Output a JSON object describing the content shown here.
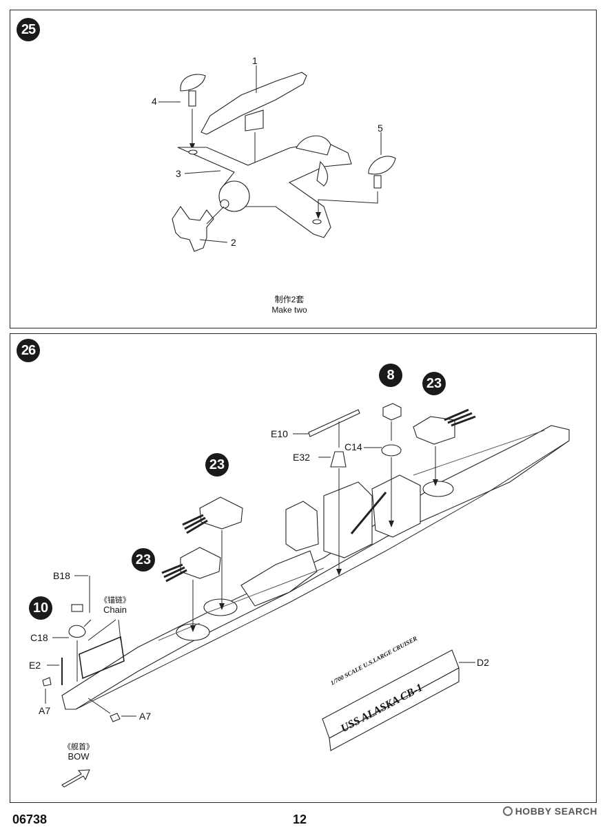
{
  "step25": {
    "number": "25",
    "parts": {
      "p1": "1",
      "p2": "2",
      "p3": "3",
      "p4": "4",
      "p5": "5"
    },
    "note_cn": "制作2套",
    "note_en": "Make two"
  },
  "step26": {
    "number": "26",
    "refs": {
      "r8": "8",
      "r23a": "23",
      "r23b": "23",
      "r23c": "23",
      "r10": "10"
    },
    "parts": {
      "e10": "E10",
      "e32": "E32",
      "c14": "C14",
      "b18": "B18",
      "c18": "C18",
      "e2": "E2",
      "a7_left": "A7",
      "a7_right": "A7",
      "d2": "D2"
    },
    "chain_cn": "《锚链》",
    "chain_en": "Chain",
    "bow_cn": "《舰首》",
    "bow_en": "BOW",
    "nameplate_line1": "1/700 SCALE U.S.LARGE CRUISER",
    "nameplate_line2": "USS ALASKA CB-1"
  },
  "footer": {
    "product_code": "06738",
    "page_number": "12"
  },
  "watermark": "HOBBY SEARCH"
}
